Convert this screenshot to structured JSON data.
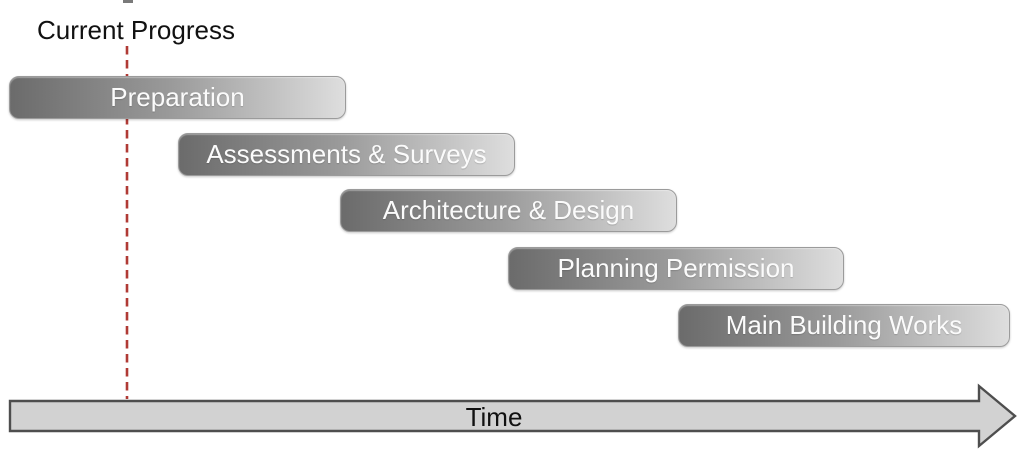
{
  "marker": {
    "label": "Current Progress",
    "line_color": "#b03a35",
    "line_style": "dashed"
  },
  "phases": [
    {
      "label": "Preparation"
    },
    {
      "label": "Assessments & Surveys"
    },
    {
      "label": "Architecture & Design"
    },
    {
      "label": "Planning Permission"
    },
    {
      "label": "Main Building Works"
    }
  ],
  "timeline": {
    "axis_label": "Time",
    "arrow_fill": "#d2d2d2",
    "arrow_border": "#4e4e4e"
  },
  "colors": {
    "bar_gradient_dark": "#6b6b6b",
    "bar_gradient_light": "#dedede",
    "bar_border": "#9b9b9b",
    "bar_text": "#fbfbfb",
    "background": "#ffffff",
    "text": "#111111"
  }
}
